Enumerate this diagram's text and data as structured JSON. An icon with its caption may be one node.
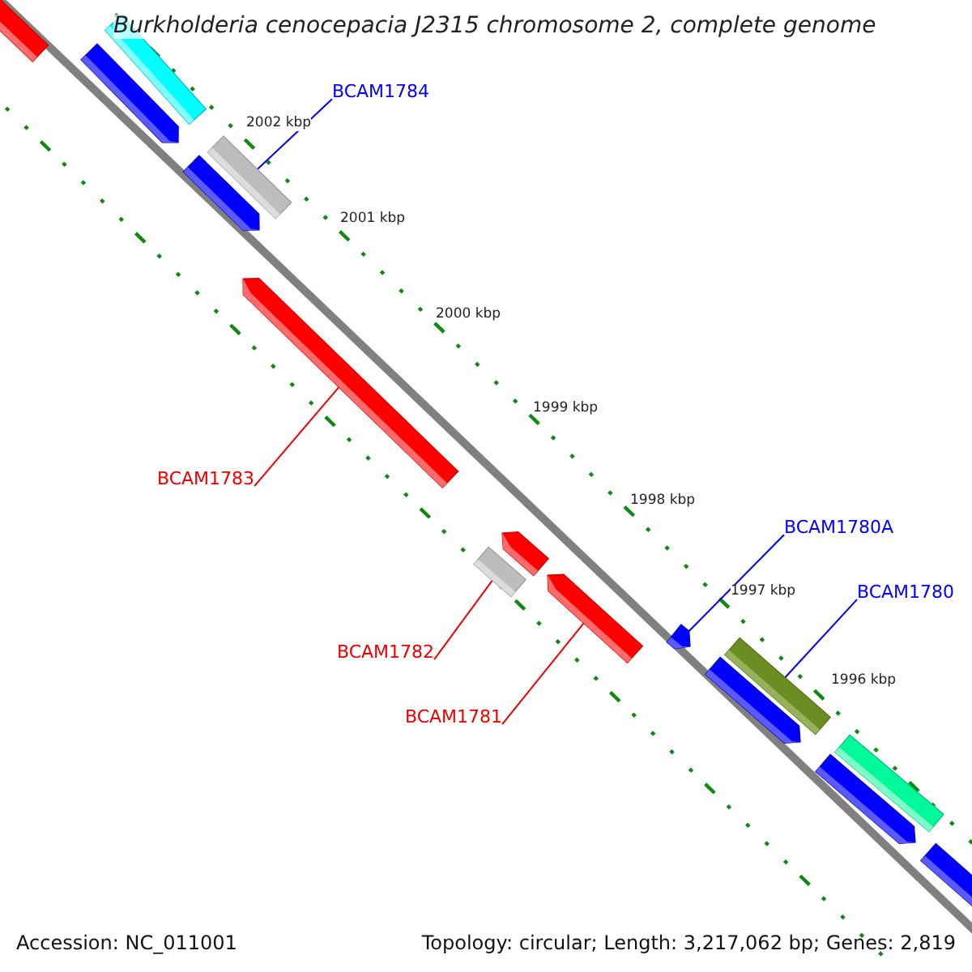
{
  "diagram": {
    "title": "Burkholderia cenocepacia J2315 chromosome 2, complete genome",
    "nodes": [
      {
        "text": [],
        "shape": "arrow"
      },
      {
        "text": [],
        "shape": "bar"
      },
      {
        "text": [],
        "shape": "arrow"
      },
      {
        "text": [
          "BCAM1784"
        ]
      },
      {
        "text": [],
        "shape": "bar"
      },
      {
        "text": [],
        "shape": "arrow"
      },
      {
        "text": [],
        "shape": "arrow"
      },
      {
        "text": [
          "BCAM1783"
        ]
      },
      {
        "text": [],
        "shape": "arrow"
      },
      {
        "text": [],
        "shape": "bar"
      },
      {
        "text": [],
        "shape": "arrow"
      },
      {
        "text": [
          "BCAM1780A"
        ]
      },
      {
        "text": [
          "BCAM1782"
        ]
      },
      {
        "text": [],
        "shape": "arrow"
      },
      {
        "text": [
          "BCAM1780"
        ]
      },
      {
        "text": [],
        "shape": "bar"
      },
      {
        "text": [],
        "shape": "arrow"
      },
      {
        "text": [
          "BCAM1781"
        ]
      },
      {
        "text": [],
        "shape": "bar"
      },
      {
        "text": [],
        "shape": "arrow"
      },
      {
        "text": [],
        "shape": "arrow"
      }
    ],
    "edges": [
      {
        "from": 3,
        "to": 4,
        "arrow": "none"
      },
      {
        "from": 7,
        "to": 6,
        "arrow": "none",
        "color": "#ee0000"
      },
      {
        "from": 11,
        "to": 13,
        "arrow": "none"
      },
      {
        "from": 12,
        "to": 9,
        "arrow": "none",
        "color": "#ee0000"
      },
      {
        "from": 14,
        "to": 15,
        "arrow": "none"
      },
      {
        "from": 17,
        "to": 10,
        "arrow": "none",
        "color": "#ee0000"
      }
    ],
    "labels": [
      "2002 kbp",
      "2001 kbp",
      "2000 kbp",
      "1999 kbp",
      "1998 kbp",
      "1997 kbp",
      "1996 kbp",
      "Accession: NC_011001",
      "Topology: circular; Length: 3,217,062 bp; Genes: 2,819"
    ]
  }
}
